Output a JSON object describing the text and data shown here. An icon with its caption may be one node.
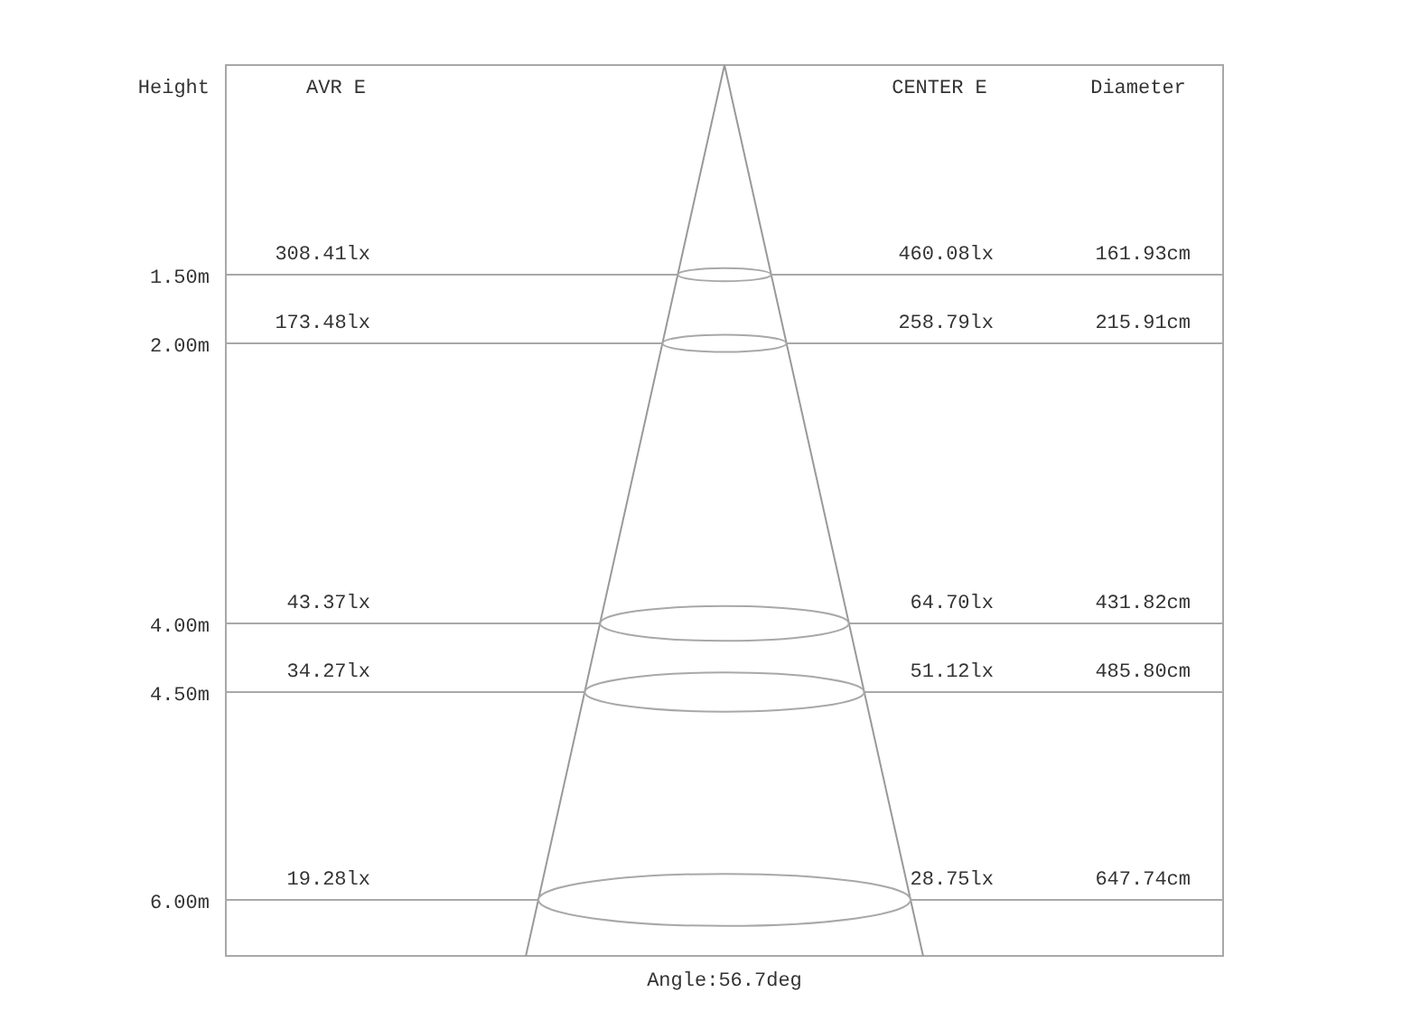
{
  "diagram": {
    "labels": [
      "Height",
      "AVR E",
      "CENTER E",
      "Diameter",
      "1.50m",
      "308.41lx",
      "460.08lx",
      "161.93cm",
      "2.00m",
      "173.48lx",
      "258.79lx",
      "215.91cm",
      "4.00m",
      "43.37lx",
      "64.70lx",
      "431.82cm",
      "4.50m",
      "34.27lx",
      "51.12lx",
      "485.80cm",
      "6.00m",
      "19.28lx",
      "28.75lx",
      "647.74cm",
      "Angle:56.7deg"
    ]
  }
}
